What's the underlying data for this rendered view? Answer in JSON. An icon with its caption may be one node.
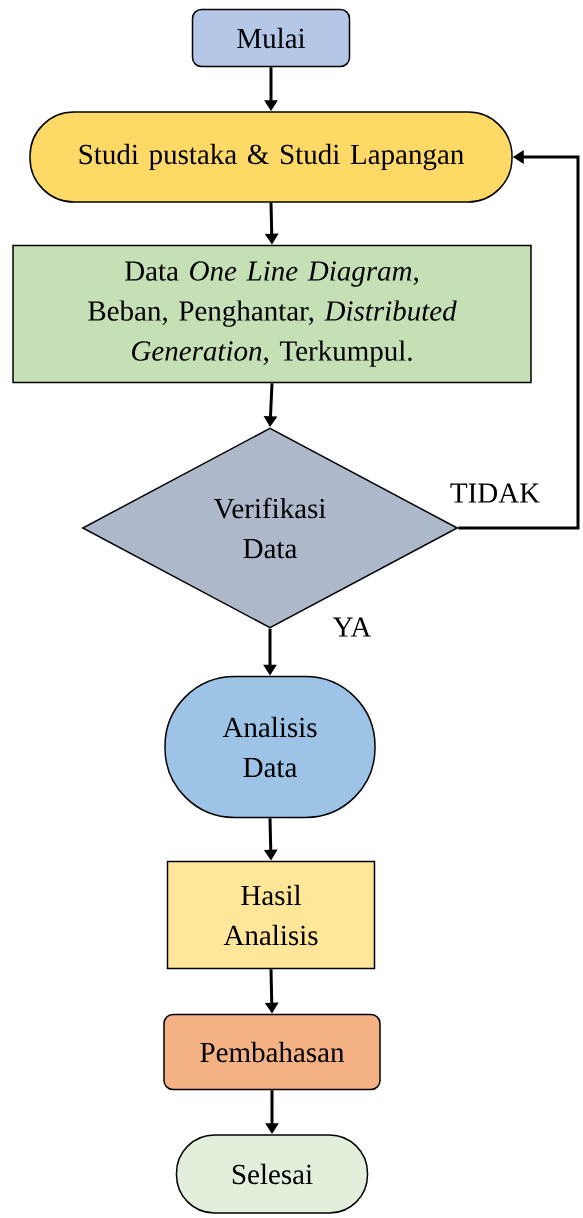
{
  "diagram": {
    "nodes": [
      {
        "text": [
          "Mulai"
        ]
      },
      {
        "text": [
          "Studi pustaka & Studi Lapangan"
        ]
      },
      {
        "text": [
          "Data *One Line Diagram*, Beban, Penghantar, *Distributed Generation*, Terkumpul."
        ]
      },
      {
        "text": [
          "Verifikasi Data"
        ]
      },
      {
        "text": [
          "Analisis Data"
        ]
      },
      {
        "text": [
          "Hasil Analisis"
        ]
      },
      {
        "text": [
          "Pembahasan"
        ]
      },
      {
        "text": [
          "Selesai"
        ]
      }
    ],
    "edges": [
      {
        "from": 0,
        "to": 1,
        "arrow": "to"
      },
      {
        "from": 1,
        "to": 2,
        "arrow": "to"
      },
      {
        "from": 2,
        "to": 3,
        "arrow": "to"
      },
      {
        "from": 3,
        "to": 4,
        "arrow": "to",
        "label": "YA"
      },
      {
        "from": 3,
        "to": 1,
        "arrow": "to",
        "label": "TIDAK"
      },
      {
        "from": 4,
        "to": 5,
        "arrow": "to"
      },
      {
        "from": 5,
        "to": 6,
        "arrow": "to"
      },
      {
        "from": 6,
        "to": 7,
        "arrow": "to"
      }
    ]
  }
}
